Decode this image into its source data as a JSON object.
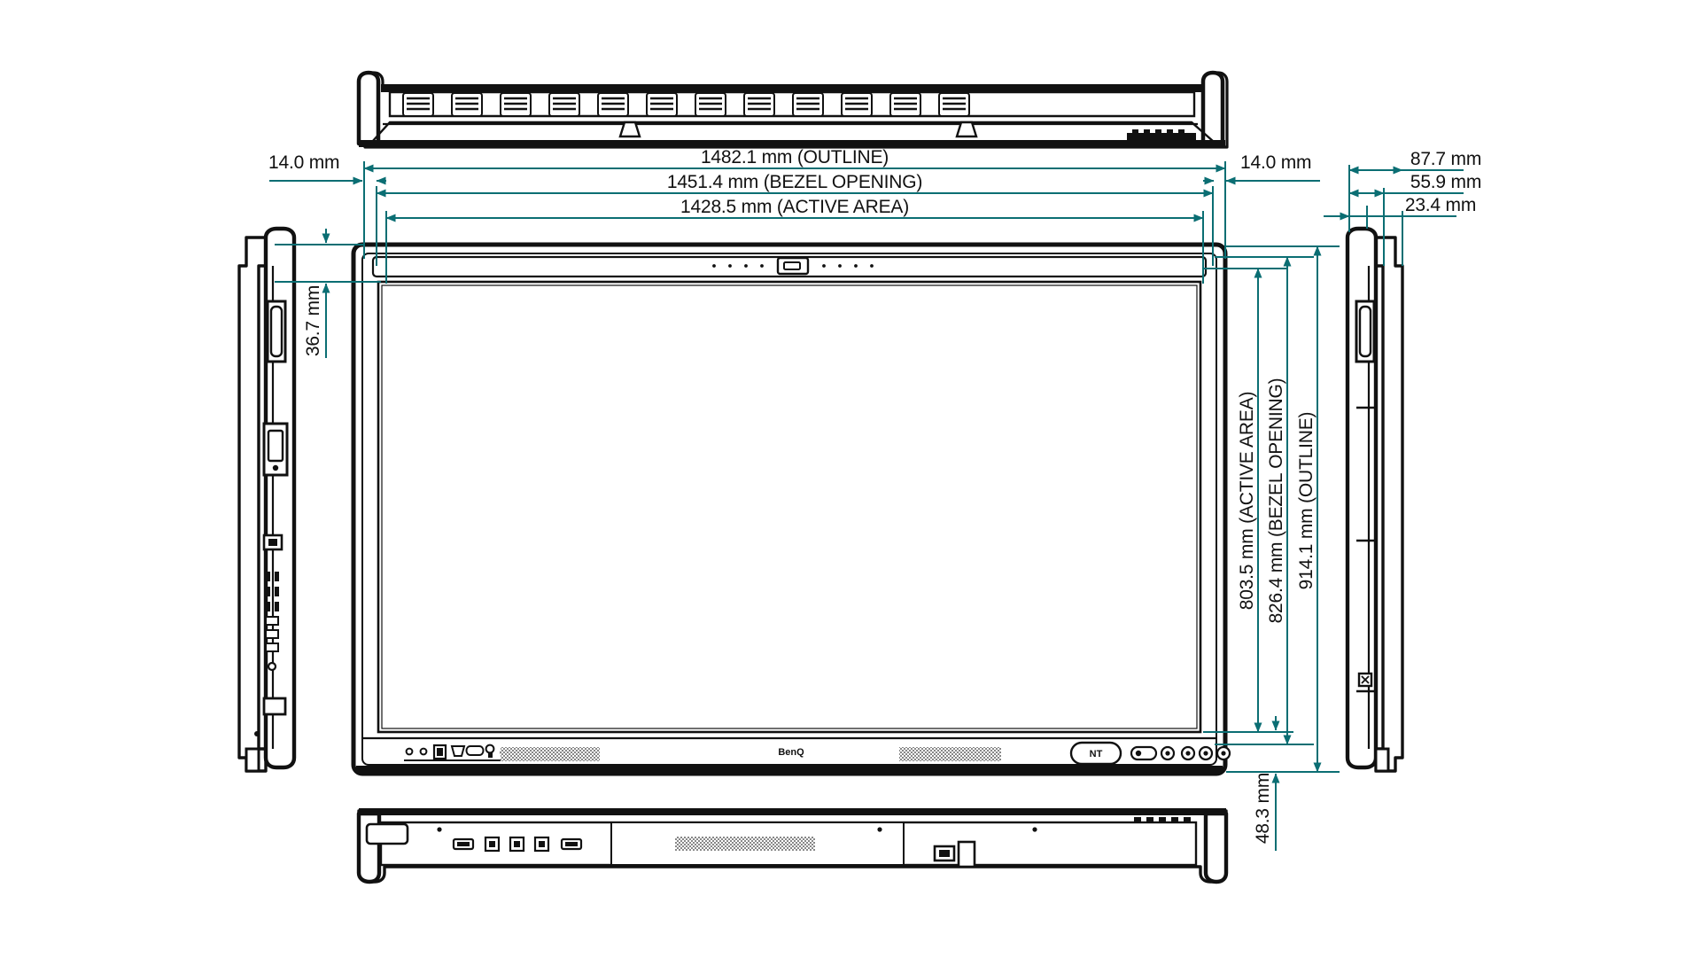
{
  "document": {
    "type": "mechanical-dimension-drawing",
    "subject": "BenQ interactive flat panel display",
    "brand": "BenQ",
    "units": "mm",
    "line_color_dimension": "#0b6e73",
    "line_color_outline": "#111111",
    "background_color": "#ffffff"
  },
  "views": {
    "top": {
      "label": ""
    },
    "front": {
      "label": ""
    },
    "left_side": {
      "label": ""
    },
    "right_side": {
      "label": ""
    },
    "bottom": {
      "label": ""
    }
  },
  "dimensions": {
    "horizontal": [
      {
        "id": "outline-width",
        "value": "1482.1",
        "unit": "mm",
        "qualifier": "(OUTLINE)",
        "text": "1482.1 mm (OUTLINE)"
      },
      {
        "id": "bezel-opening-width",
        "value": "1451.4",
        "unit": "mm",
        "qualifier": "(BEZEL OPENING)",
        "text": "1451.4 mm (BEZEL OPENING)"
      },
      {
        "id": "active-area-width",
        "value": "1428.5",
        "unit": "mm",
        "qualifier": "(ACTIVE AREA)",
        "text": "1428.5 mm (ACTIVE AREA)"
      },
      {
        "id": "left-margin",
        "value": "14.0",
        "unit": "mm",
        "qualifier": "",
        "text": "14.0 mm"
      },
      {
        "id": "right-margin",
        "value": "14.0",
        "unit": "mm",
        "qualifier": "",
        "text": "14.0 mm"
      }
    ],
    "vertical": [
      {
        "id": "active-area-height",
        "value": "803.5",
        "unit": "mm",
        "qualifier": "(ACTIVE AREA)",
        "text": "803.5 mm (ACTIVE AREA)"
      },
      {
        "id": "bezel-opening-height",
        "value": "826.4",
        "unit": "mm",
        "qualifier": "(BEZEL OPENING)",
        "text": "826.4 mm (BEZEL OPENING)"
      },
      {
        "id": "outline-height",
        "value": "914.1",
        "unit": "mm",
        "qualifier": "(OUTLINE)",
        "text": "914.1 mm (OUTLINE)"
      },
      {
        "id": "top-bezel",
        "value": "36.7",
        "unit": "mm",
        "qualifier": "",
        "text": "36.7 mm"
      },
      {
        "id": "bottom-bezel",
        "value": "48.3",
        "unit": "mm",
        "qualifier": "",
        "text": "48.3 mm"
      }
    ],
    "depth": [
      {
        "id": "depth-total",
        "value": "87.7",
        "unit": "mm",
        "qualifier": "",
        "text": "87.7 mm"
      },
      {
        "id": "depth-mid",
        "value": "55.9",
        "unit": "mm",
        "qualifier": "",
        "text": "55.9 mm"
      },
      {
        "id": "depth-front",
        "value": "23.4",
        "unit": "mm",
        "qualifier": "",
        "text": "23.4 mm"
      }
    ]
  },
  "front_panel": {
    "brand_label": "BenQ",
    "io_port_group_label": "",
    "nfc_button_label": "NT",
    "speaker_grilles": 2,
    "control_buttons": 7
  }
}
